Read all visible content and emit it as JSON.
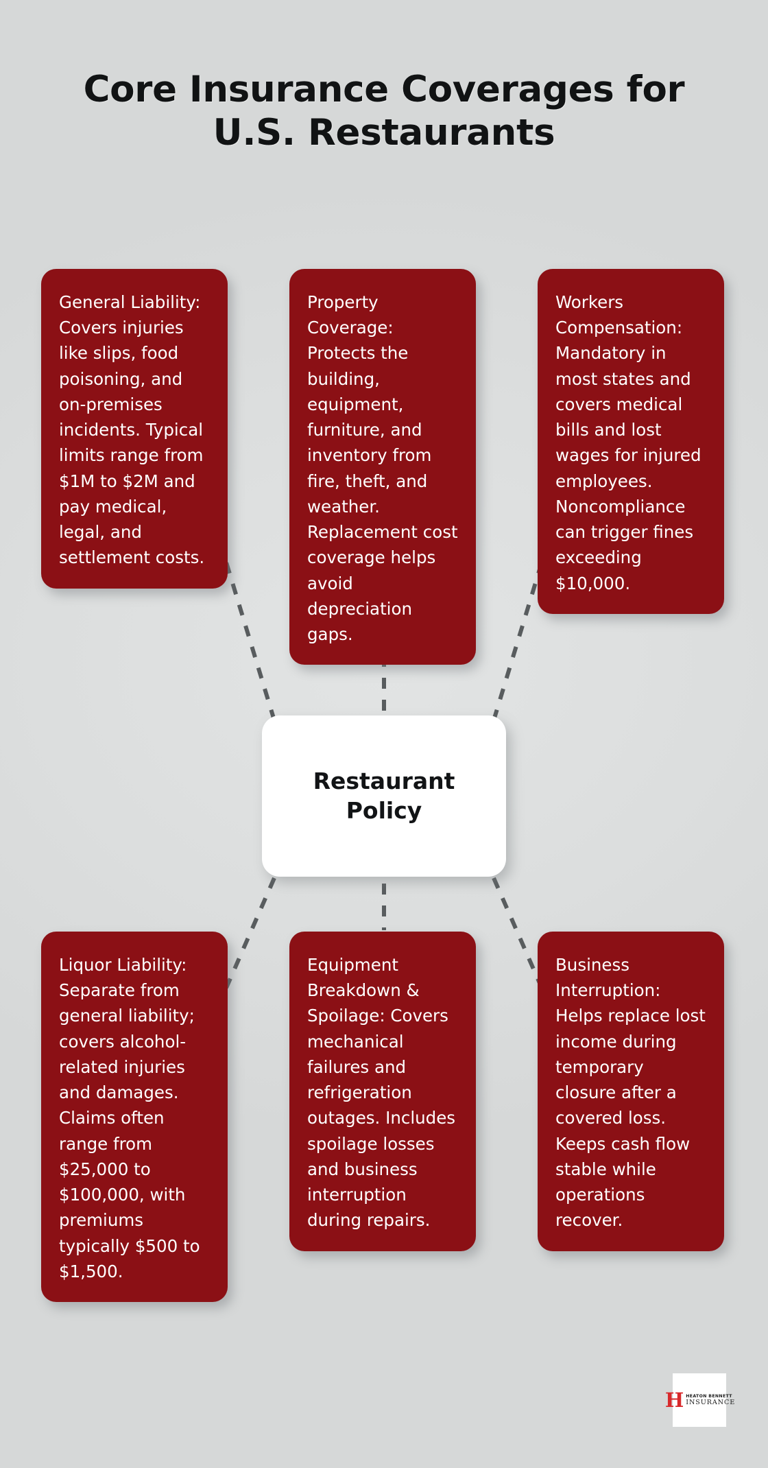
{
  "page": {
    "background_color": "#dee0e0",
    "accent_color": "#8b1015",
    "connector_color": "#585c5e"
  },
  "title": {
    "line1": "Core Insurance Coverages for",
    "line2": "U.S. Restaurants"
  },
  "center": {
    "label_line1": "Restaurant",
    "label_line2": "Policy"
  },
  "cards": {
    "general_liability": "General Liability: Covers injuries like slips, food poisoning, and on-premises incidents. Typical limits range from $1M to $2M and pay medical, legal, and settlement costs.",
    "property_coverage": "Property Coverage: Protects the building, equipment, furniture, and inventory from fire, theft, and weather. Replacement cost coverage helps avoid depreciation gaps.",
    "workers_compensation": "Workers Compensation: Mandatory in most states and covers medical bills and lost wages for injured employees. Noncompliance can trigger fines exceeding $10,000.",
    "liquor_liability": "Liquor Liability: Separate from general liability; covers alcohol-related injuries and damages. Claims often range from $25,000 to $100,000, with premiums typically $500 to $1,500.",
    "equipment_breakdown": "Equipment Breakdown & Spoilage: Covers mechanical failures and refrigeration outages. Includes spoilage losses and business interruption during repairs.",
    "business_interruption": "Business Interruption: Helps replace lost income during temporary closure after a covered loss. Keeps cash flow stable while operations recover."
  },
  "logo": {
    "monogram": "H",
    "line1": "HEATON BENNETT",
    "line2": "INSURANCE"
  }
}
